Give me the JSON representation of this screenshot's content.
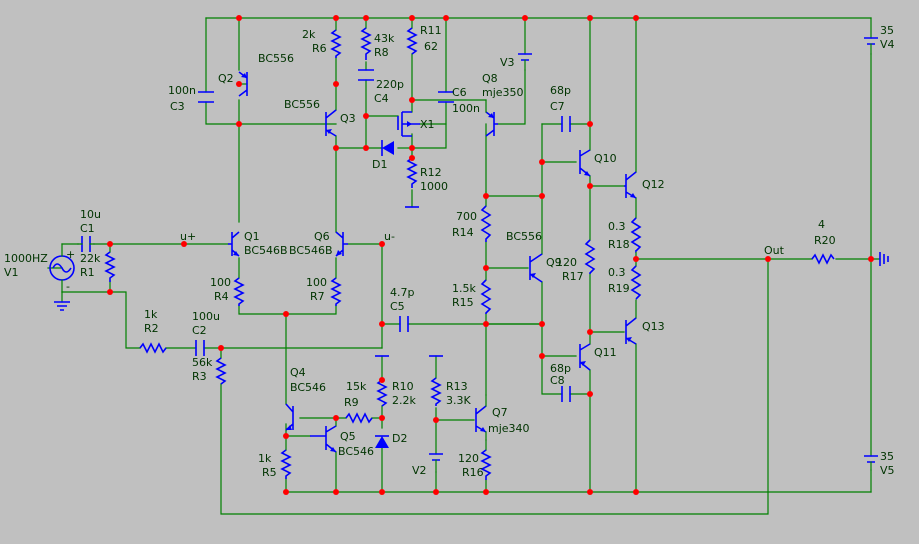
{
  "schematic": {
    "supplies": [
      {
        "value": "35",
        "ref": "V4"
      },
      {
        "value": "35",
        "ref": "V5"
      }
    ],
    "source": {
      "value": "1000HZ",
      "ref": "V1"
    },
    "labels": {
      "out": "Out",
      "u_plus": "u+",
      "u_minus": "u-",
      "plus": "+",
      "minus": "-"
    },
    "transistors": [
      {
        "ref": "Q1",
        "model": "BC546B"
      },
      {
        "ref": "Q2",
        "model": "BC556"
      },
      {
        "ref": "Q3",
        "model": "BC556"
      },
      {
        "ref": "Q4",
        "model": "BC546"
      },
      {
        "ref": "Q5",
        "model": "BC546"
      },
      {
        "ref": "Q6",
        "model": "BC546B"
      },
      {
        "ref": "Q7",
        "model": "mje340"
      },
      {
        "ref": "Q8",
        "model": "mje350"
      },
      {
        "ref": "Q9",
        "model": "BC556"
      },
      {
        "ref": "Q10",
        "model": ""
      },
      {
        "ref": "Q11",
        "model": ""
      },
      {
        "ref": "Q12",
        "model": ""
      },
      {
        "ref": "Q13",
        "model": ""
      }
    ],
    "resistors": [
      {
        "ref": "R1",
        "value": "22k"
      },
      {
        "ref": "R2",
        "value": "1k"
      },
      {
        "ref": "R3",
        "value": "56k"
      },
      {
        "ref": "R4",
        "value": "100"
      },
      {
        "ref": "R5",
        "value": "1k"
      },
      {
        "ref": "R6",
        "value": "2k"
      },
      {
        "ref": "R7",
        "value": "100"
      },
      {
        "ref": "R8",
        "value": "43k"
      },
      {
        "ref": "R9",
        "value": "15k"
      },
      {
        "ref": "R10",
        "value": "2.2k"
      },
      {
        "ref": "R11",
        "value": "62"
      },
      {
        "ref": "R12",
        "value": "1000"
      },
      {
        "ref": "R13",
        "value": "3.3K"
      },
      {
        "ref": "R14",
        "value": "700"
      },
      {
        "ref": "R15",
        "value": "1.5k"
      },
      {
        "ref": "R16",
        "value": "120"
      },
      {
        "ref": "R17",
        "value": "120"
      },
      {
        "ref": "R18",
        "value": "0.3"
      },
      {
        "ref": "R19",
        "value": "0.3"
      },
      {
        "ref": "R20",
        "value": "4"
      }
    ],
    "capacitors": [
      {
        "ref": "C1",
        "value": "10u"
      },
      {
        "ref": "C2",
        "value": "100u"
      },
      {
        "ref": "C3",
        "value": "100n"
      },
      {
        "ref": "C4",
        "value": "220p"
      },
      {
        "ref": "C5",
        "value": "4.7p"
      },
      {
        "ref": "C6",
        "value": "100n"
      },
      {
        "ref": "C7",
        "value": "68p"
      },
      {
        "ref": "C8",
        "value": "68p"
      }
    ],
    "diodes": [
      {
        "ref": "D1"
      },
      {
        "ref": "D2"
      }
    ],
    "others": [
      {
        "ref": "X1"
      },
      {
        "ref": "V2"
      },
      {
        "ref": "V3"
      }
    ]
  }
}
